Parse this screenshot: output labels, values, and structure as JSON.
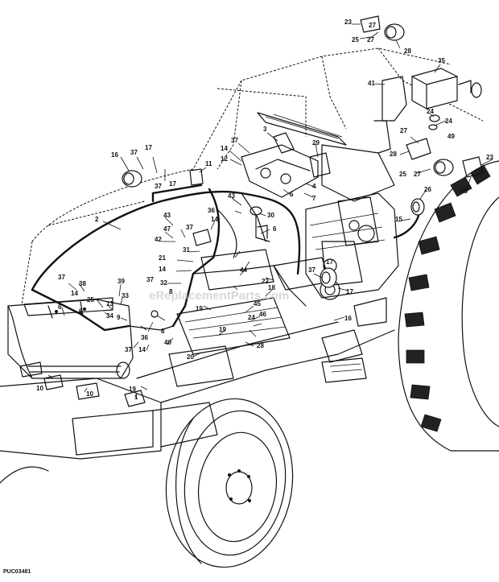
{
  "figure_code": "PUC03481",
  "watermark": "eReplacementParts.com",
  "callouts": [
    {
      "id": "c23a",
      "text": "23"
    },
    {
      "id": "c27a",
      "text": "27"
    },
    {
      "id": "c25a",
      "text": "25"
    },
    {
      "id": "c27b",
      "text": "27"
    },
    {
      "id": "c28a",
      "text": "28"
    },
    {
      "id": "c35",
      "text": "35"
    },
    {
      "id": "c41",
      "text": "41"
    },
    {
      "id": "c24a",
      "text": "24"
    },
    {
      "id": "c24b",
      "text": "24"
    },
    {
      "id": "c3",
      "text": "3"
    },
    {
      "id": "c37a",
      "text": "37"
    },
    {
      "id": "c29",
      "text": "29"
    },
    {
      "id": "c27c",
      "text": "27"
    },
    {
      "id": "c49",
      "text": "49"
    },
    {
      "id": "c14a",
      "text": "14"
    },
    {
      "id": "c12",
      "text": "12"
    },
    {
      "id": "c28b",
      "text": "28"
    },
    {
      "id": "c25b",
      "text": "25"
    },
    {
      "id": "c27d",
      "text": "27"
    },
    {
      "id": "c23b",
      "text": "23"
    },
    {
      "id": "c26",
      "text": "26"
    },
    {
      "id": "c48",
      "text": "48"
    },
    {
      "id": "c16",
      "text": "16"
    },
    {
      "id": "c37b",
      "text": "37"
    },
    {
      "id": "c17a",
      "text": "17"
    },
    {
      "id": "c37c",
      "text": "37"
    },
    {
      "id": "c17b",
      "text": "17"
    },
    {
      "id": "c11",
      "text": "11"
    },
    {
      "id": "c4",
      "text": "4"
    },
    {
      "id": "c5",
      "text": "5"
    },
    {
      "id": "c7",
      "text": "7"
    },
    {
      "id": "c2",
      "text": "2"
    },
    {
      "id": "c43a",
      "text": "43"
    },
    {
      "id": "c43b",
      "text": "43"
    },
    {
      "id": "c36a",
      "text": "36"
    },
    {
      "id": "c30",
      "text": "30"
    },
    {
      "id": "c14b",
      "text": "14"
    },
    {
      "id": "c47",
      "text": "47"
    },
    {
      "id": "c37d",
      "text": "37"
    },
    {
      "id": "c42",
      "text": "42"
    },
    {
      "id": "c6a",
      "text": "6"
    },
    {
      "id": "c15",
      "text": "15"
    },
    {
      "id": "c31",
      "text": "31"
    },
    {
      "id": "c21",
      "text": "21"
    },
    {
      "id": "c14c",
      "text": "14"
    },
    {
      "id": "c37e",
      "text": "37"
    },
    {
      "id": "c32",
      "text": "32"
    },
    {
      "id": "c44",
      "text": "44"
    },
    {
      "id": "c22",
      "text": "22"
    },
    {
      "id": "c8a",
      "text": "8"
    },
    {
      "id": "c37f",
      "text": "37"
    },
    {
      "id": "c38",
      "text": "38"
    },
    {
      "id": "c14d",
      "text": "14"
    },
    {
      "id": "c39",
      "text": "39"
    },
    {
      "id": "c33",
      "text": "33"
    },
    {
      "id": "c25c",
      "text": "25"
    },
    {
      "id": "c13",
      "text": "13"
    },
    {
      "id": "c34",
      "text": "34"
    },
    {
      "id": "c9",
      "text": "9"
    },
    {
      "id": "c37g",
      "text": "37"
    },
    {
      "id": "c17c",
      "text": "17"
    },
    {
      "id": "c17d",
      "text": "17"
    },
    {
      "id": "c6b",
      "text": "6"
    },
    {
      "id": "c6c",
      "text": "6"
    },
    {
      "id": "c36b",
      "text": "36"
    },
    {
      "id": "c8b",
      "text": "8"
    },
    {
      "id": "c37h",
      "text": "37"
    },
    {
      "id": "c14e",
      "text": "14"
    },
    {
      "id": "c40",
      "text": "40"
    },
    {
      "id": "c19a",
      "text": "19"
    },
    {
      "id": "c45",
      "text": "45"
    },
    {
      "id": "c46",
      "text": "46"
    },
    {
      "id": "c18",
      "text": "18"
    },
    {
      "id": "c20",
      "text": "20"
    },
    {
      "id": "c24c",
      "text": "24"
    },
    {
      "id": "c28c",
      "text": "28"
    },
    {
      "id": "c19b",
      "text": "19"
    },
    {
      "id": "c16b",
      "text": "16"
    },
    {
      "id": "c10a",
      "text": "10"
    },
    {
      "id": "c10b",
      "text": "10"
    },
    {
      "id": "c19c",
      "text": "19"
    },
    {
      "id": "c1",
      "text": "1"
    }
  ]
}
